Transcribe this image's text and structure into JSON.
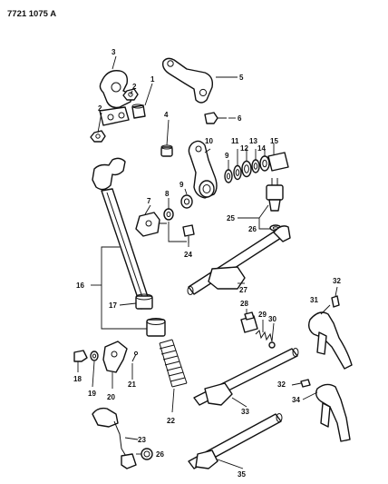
{
  "document_id": "7721 1075 A",
  "callouts": {
    "c1": "1",
    "c2a": "2",
    "c2b": "2",
    "c3": "3",
    "c4": "4",
    "c5": "5",
    "c6": "6",
    "c7": "7",
    "c8": "8",
    "c9a": "9",
    "c9b": "9",
    "c10": "10",
    "c11": "11",
    "c12": "12",
    "c13": "13",
    "c14": "14",
    "c15": "15",
    "c16": "16",
    "c17": "17",
    "c18": "18",
    "c19": "19",
    "c20": "20",
    "c21": "21",
    "c22": "22",
    "c23": "23",
    "c24": "24",
    "c25": "25",
    "c26a": "26",
    "c26b": "26",
    "c27": "27",
    "c28": "28",
    "c29": "29",
    "c30": "30",
    "c31": "31",
    "c32a": "32",
    "c32b": "32",
    "c33": "33",
    "c34": "34",
    "c35": "35"
  }
}
